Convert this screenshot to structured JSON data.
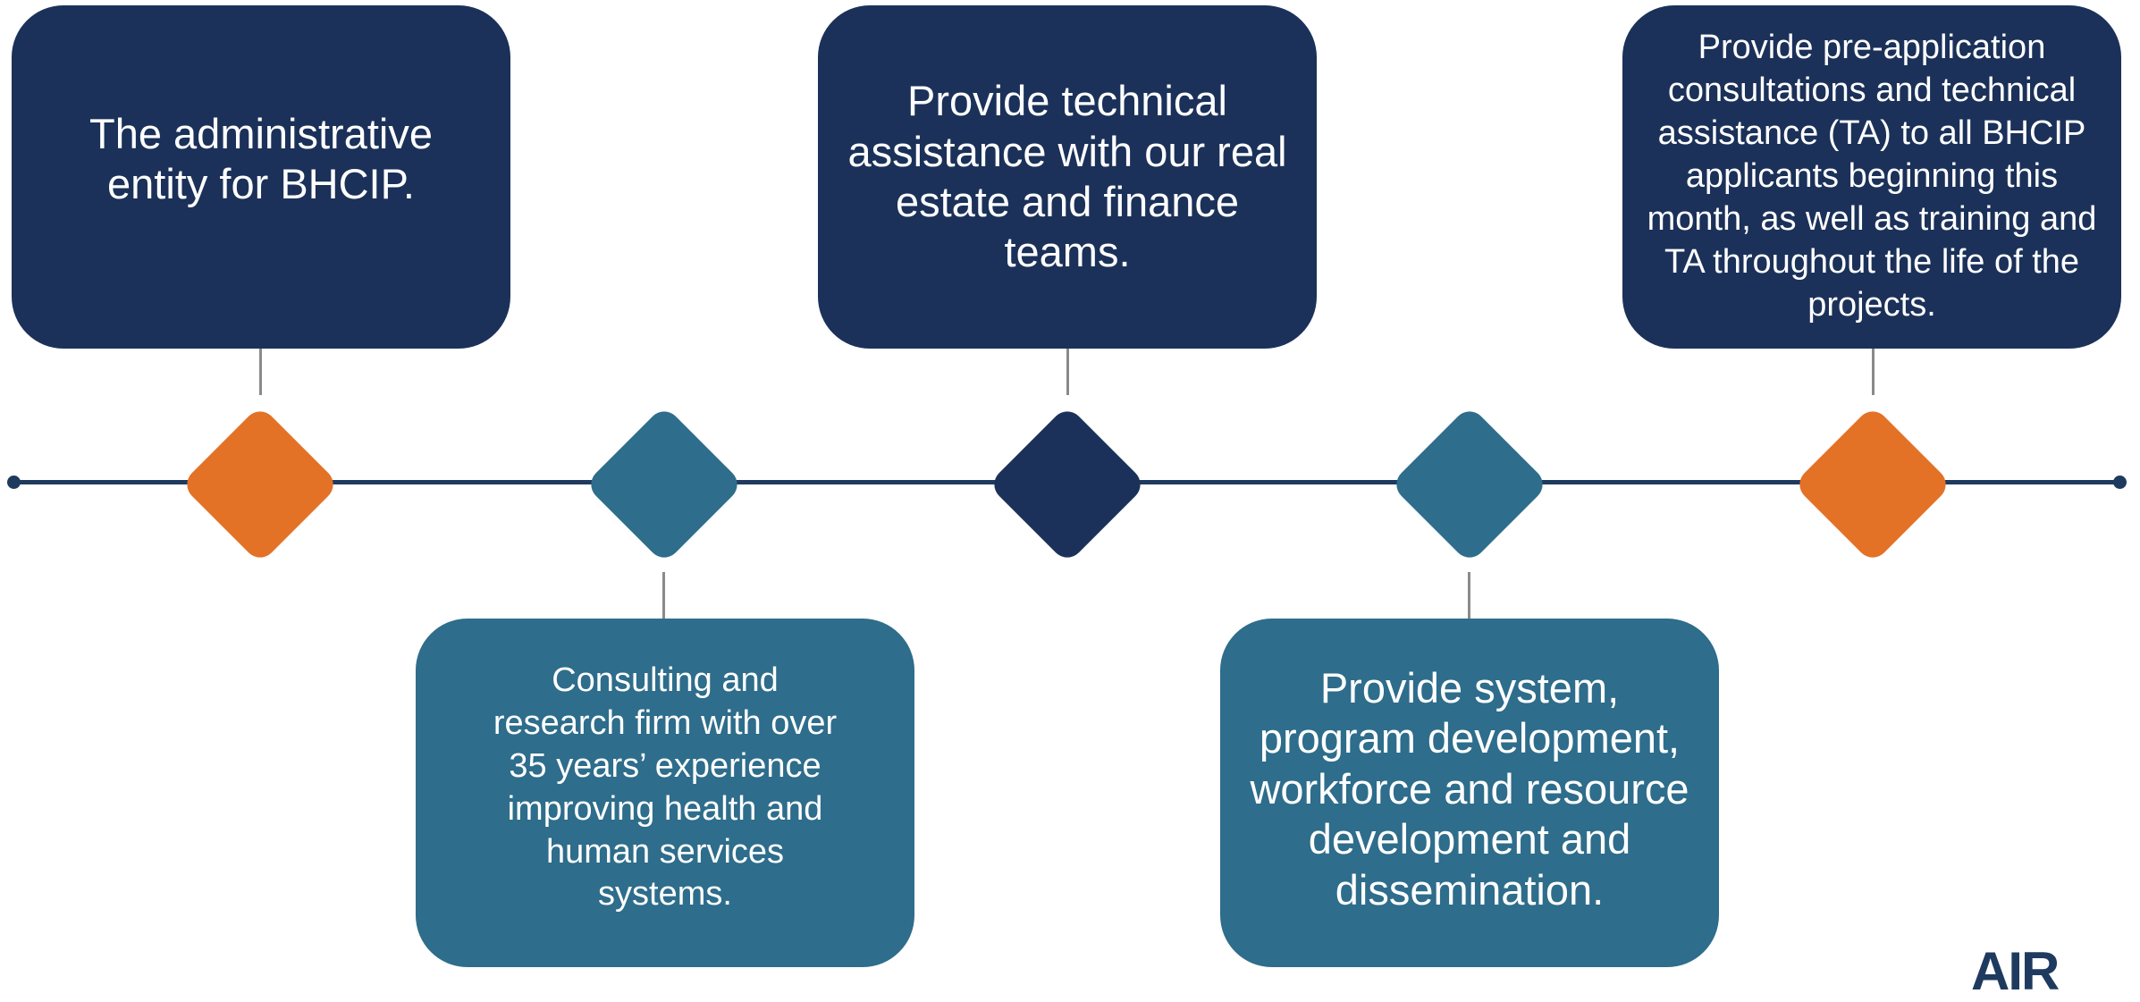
{
  "colors": {
    "navy": "#1b3159",
    "teal": "#2e6d8b",
    "orange": "#e37226",
    "line": "#1f3a5f",
    "connector": "#8a8a8a"
  },
  "milestones": [
    {
      "color": "orange"
    },
    {
      "color": "teal"
    },
    {
      "color": "navy"
    },
    {
      "color": "teal"
    },
    {
      "color": "orange"
    }
  ],
  "boxes": {
    "box1": {
      "text": "The administrative entity for BHCIP.",
      "color": "navy",
      "position": "top"
    },
    "box2": {
      "text": "Consulting and research firm with over 35 years’ experience improving health and human services systems.",
      "color": "teal",
      "position": "bottom"
    },
    "box3": {
      "text": "Provide technical assistance with our real estate and finance teams.",
      "color": "navy",
      "position": "top"
    },
    "box4": {
      "text": "Provide system, program development, workforce and resource development and dissemination.",
      "color": "teal",
      "position": "bottom"
    },
    "box5": {
      "text": "Provide pre-application consultations and technical assistance (TA) to all BHCIP applicants beginning this month, as well as training and TA throughout the life of the projects.",
      "color": "navy",
      "position": "top"
    }
  },
  "logo": {
    "text": "AIR"
  }
}
